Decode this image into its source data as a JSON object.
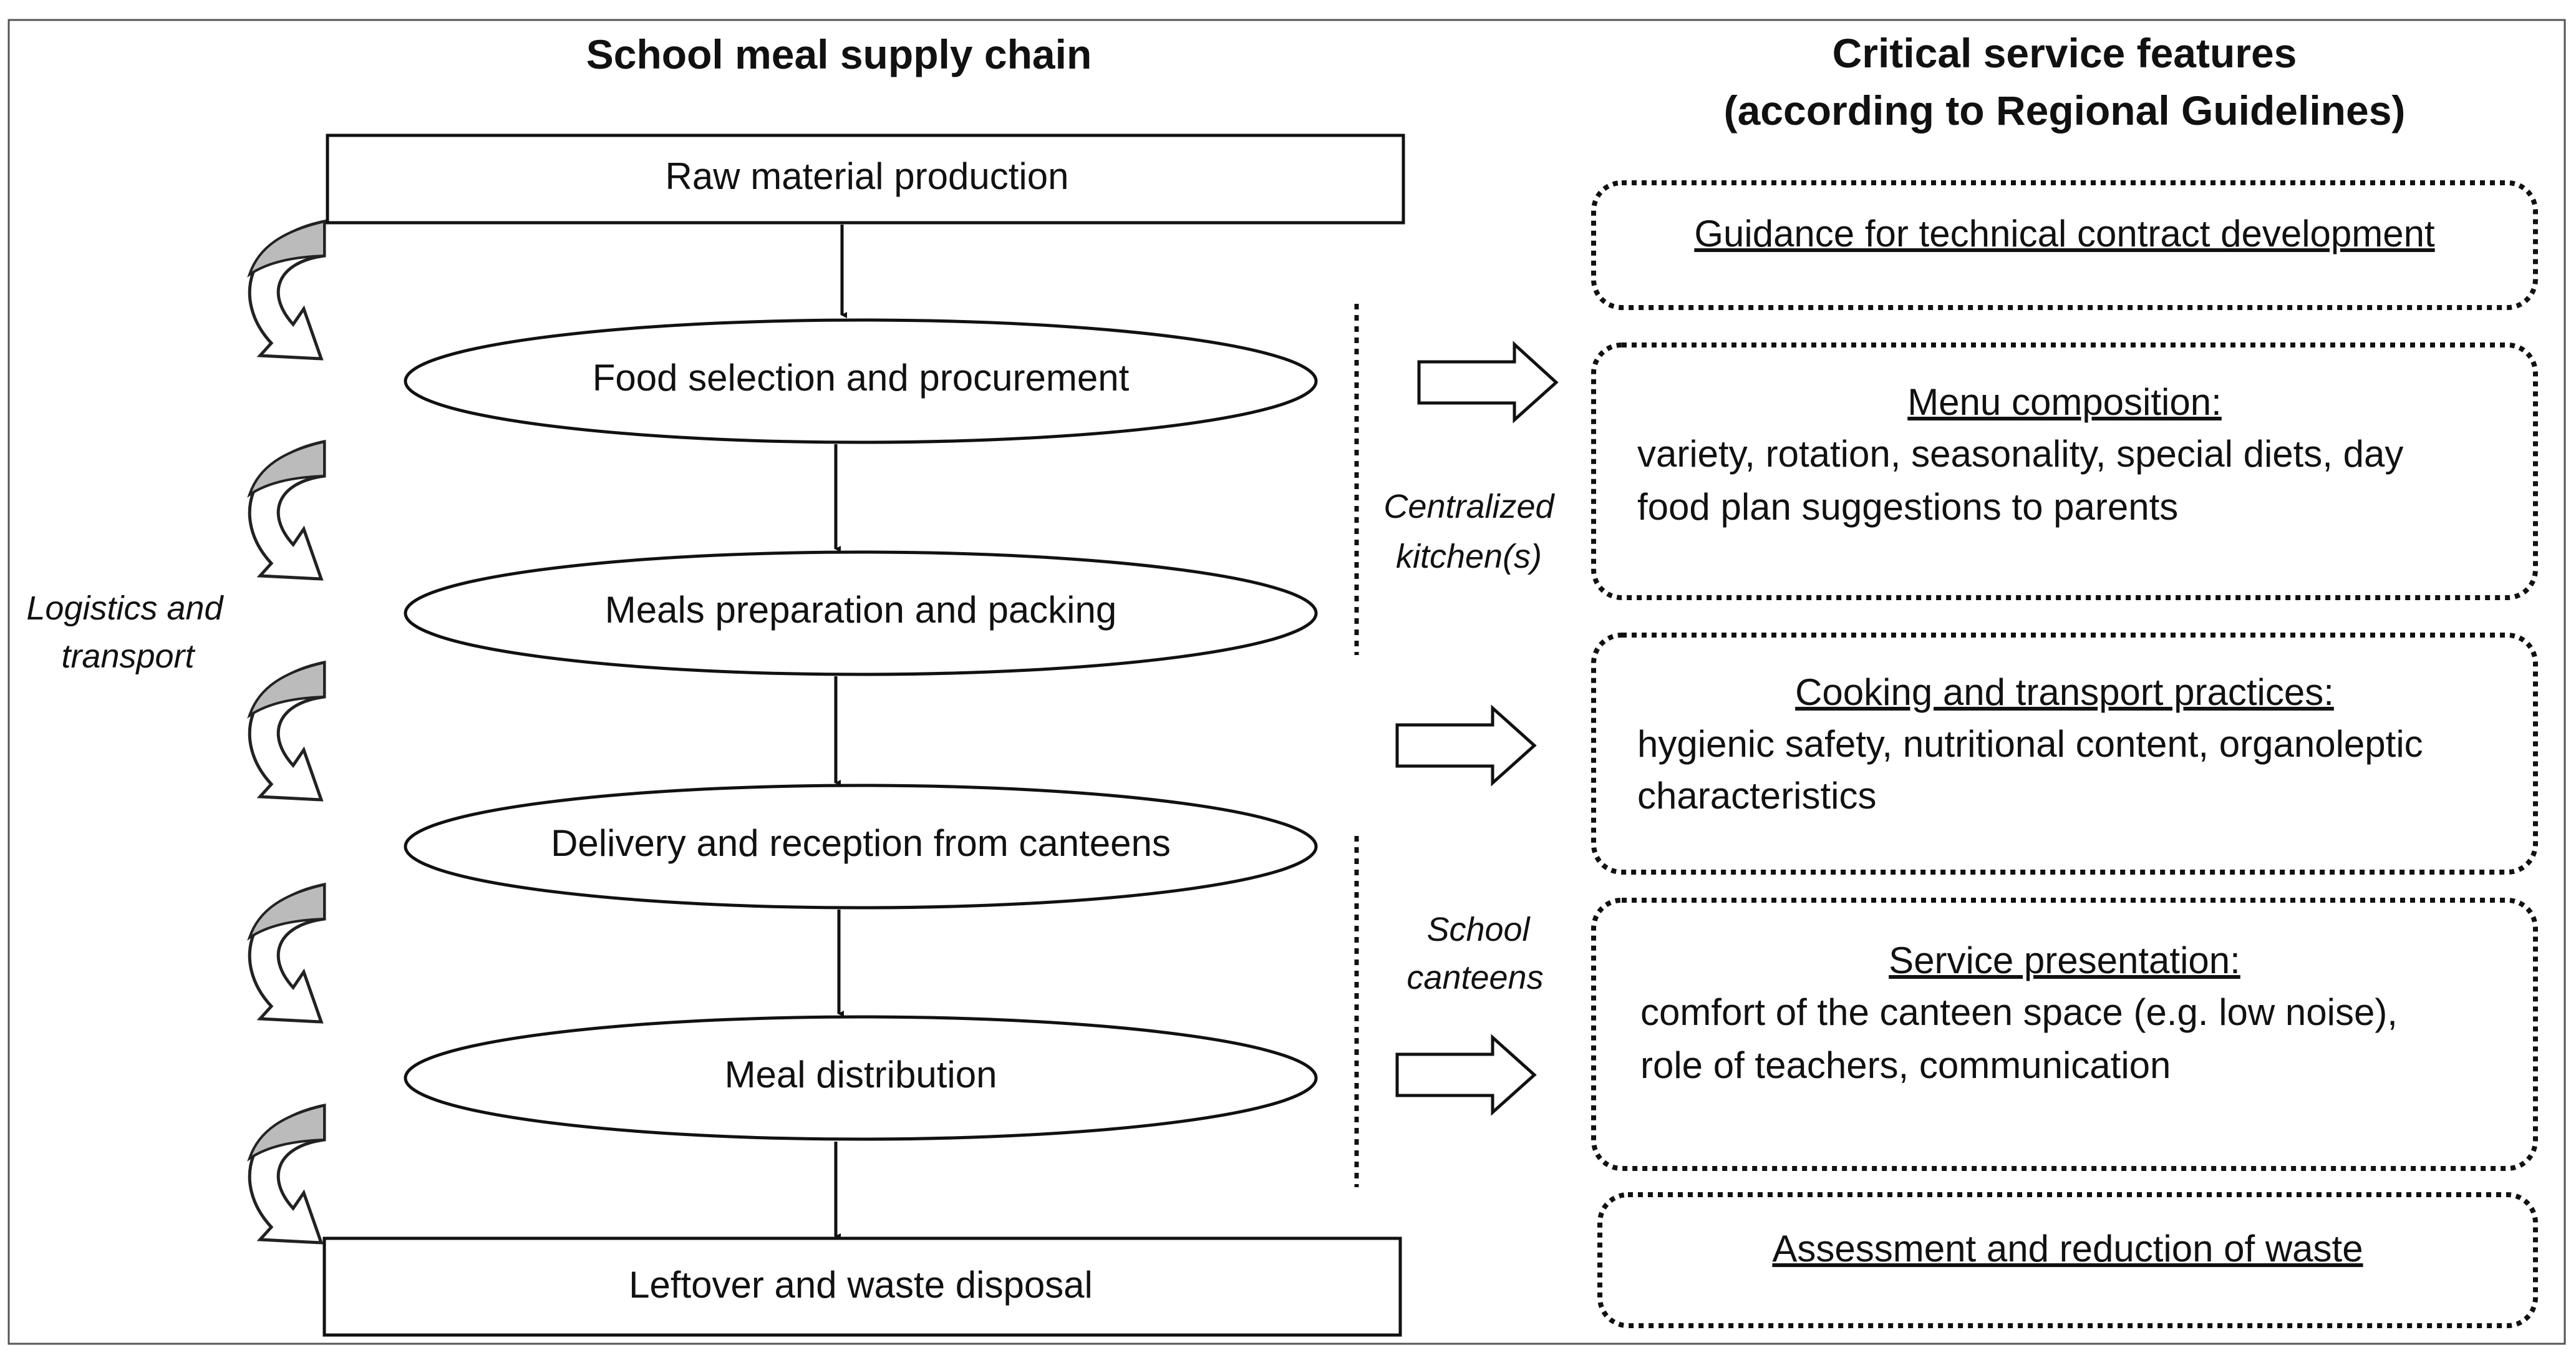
{
  "headings": {
    "left": "School meal supply chain",
    "right_line1": "Critical service features",
    "right_line2": "(according to Regional Guidelines)"
  },
  "chain": {
    "raw": "Raw material production",
    "food_selection": "Food selection and procurement",
    "meals_prep": "Meals preparation and packing",
    "delivery": "Delivery and reception from canteens",
    "distribution": "Meal distribution",
    "leftover": "Leftover and waste disposal"
  },
  "side_labels": {
    "logistics_line1": "Logistics and",
    "logistics_line2": "transport",
    "central_line1": "Centralized",
    "central_line2": "kitchen(s)",
    "school_line1": "School",
    "school_line2": "canteens"
  },
  "features": {
    "guidance": {
      "title": "Guidance for technical contract development"
    },
    "menu": {
      "title": "Menu composition:",
      "line1": "variety, rotation, seasonality, special diets, day",
      "line2": "food plan suggestions to parents"
    },
    "cooking": {
      "title": "Cooking and transport practices:",
      "line1": "hygienic safety, nutritional content, organoleptic",
      "line2": "characteristics"
    },
    "service": {
      "title": "Service presentation:",
      "line1": "comfort of the canteen space (e.g. low noise),",
      "line2": "role of teachers, communication"
    },
    "waste": {
      "title": "Assessment and reduction of waste"
    }
  }
}
